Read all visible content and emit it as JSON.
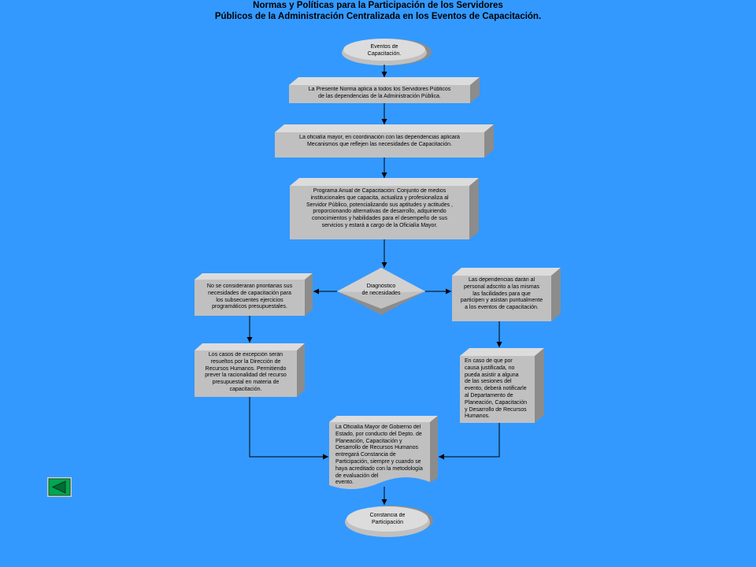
{
  "title": {
    "line1": "Normas y Políticas para la Participación de los Servidores",
    "line2": "Públicos de la Administración Centralizada en los Eventos de Capacitación."
  },
  "nodes": {
    "start": "Eventos de\nCapacitación.",
    "box1": "La Presente Norma aplica a todos los Servidores Públicos\nde las dependencias de la Administración Pública.",
    "box2": "La oficialía mayor, en coordinación con las dependencias aplicará\nMecanismos que reflejen las necesidades de Capacitación.",
    "box3": "Programa Anual de Capacitación: Conjunto de medios\ninstitucionales que capacita, actualiza y profesionaliza al\nServidor Público, potencializando sus aptitudes y actitudes ,\nproporcionando alternativas de desarrollo, adquiriendo\nconocimientos y habilidades para el desempeño de sus\nservicios y estará a cargo de la Oficialía Mayor.",
    "decision": "Diagnóstico\nde necesidades",
    "left1": "No se consideraran prioritarias sus\nnecesidades de capacitación para\nlos subsecuentes ejercicios\nprogramáticos presupuestales.",
    "right1": "Las dependencias darán al\npersonal adscrito a las mismas\nlas facilidades para que\nparticipen y asistan puntualmente\na los eventos de capacitación.",
    "left2": "Los casos de excepción serán\nresueltos por la Dirección de\nRecursos Humanos. Permitiendo\nprever la racionalidad del recurso\npresupuestal en materia de\ncapacitación.",
    "right2": "En caso de que por\ncausa justificada, no\npueda asistir a alguna\nde las sesiones del\nevento, deberá notificarle\nal Departamento de\nPlaneación, Capacitación\ny Desarrollo de Recursos\nHumanos.",
    "doc": "La Oficialía Mayor de Gobierno del\nEstado, por conducto del Depto. de\nPlaneación, Capacitación y\nDesarrollo de Recursos Humanos\nentregará Constancia de\nParticipación, siempre y cuando se\nhaya acreditado con la metodología\nde evaluación del\nevento.",
    "end": "Constancia de\nParticipación"
  },
  "nav": {
    "icon": "back-arrow-icon"
  },
  "colors": {
    "background": "#3399ff",
    "box_front": "#c0c0c0",
    "box_top": "#dcdcdc",
    "box_side": "#8c8c8c"
  }
}
